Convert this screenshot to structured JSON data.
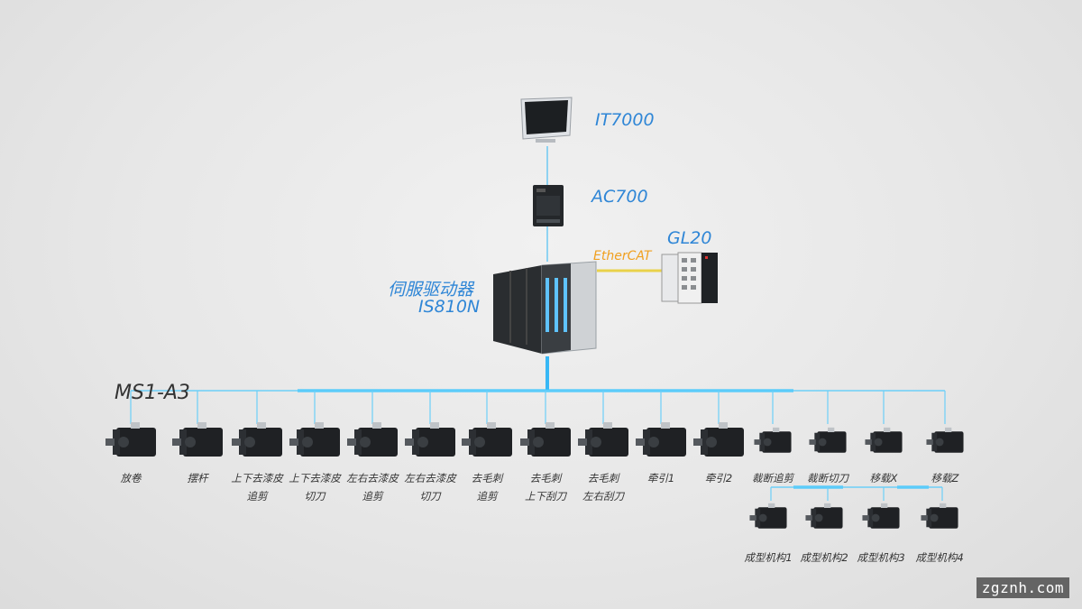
{
  "diagram": {
    "hmi_label": "IT7000",
    "controller_label": "AC700",
    "io_label": "GL20",
    "bus_label": "EtherCAT",
    "drive_label_cn": "伺服驱动器",
    "drive_label_model": "IS810N",
    "motor_series": "MS1-A3",
    "motors": [
      {
        "line1": "放卷",
        "line2": ""
      },
      {
        "line1": "摆杆",
        "line2": ""
      },
      {
        "line1": "上下去漆皮",
        "line2": "追剪"
      },
      {
        "line1": "上下去漆皮",
        "line2": "切刀"
      },
      {
        "line1": "左右去漆皮",
        "line2": "追剪"
      },
      {
        "line1": "左右去漆皮",
        "line2": "切刀"
      },
      {
        "line1": "去毛刺",
        "line2": "追剪"
      },
      {
        "line1": "去毛刺",
        "line2": "上下刮刀"
      },
      {
        "line1": "去毛刺",
        "line2": "左右刮刀"
      },
      {
        "line1": "牵引1",
        "line2": ""
      },
      {
        "line1": "牵引2",
        "line2": ""
      },
      {
        "line1": "裁断追剪",
        "line2": ""
      },
      {
        "line1": "裁断切刀",
        "line2": ""
      },
      {
        "line1": "移载X",
        "line2": ""
      },
      {
        "line1": "移载Z",
        "line2": ""
      }
    ],
    "lower_motors": [
      "成型机构1",
      "成型机构2",
      "成型机构3",
      "成型机构4"
    ]
  },
  "watermark": "zgznh.com"
}
